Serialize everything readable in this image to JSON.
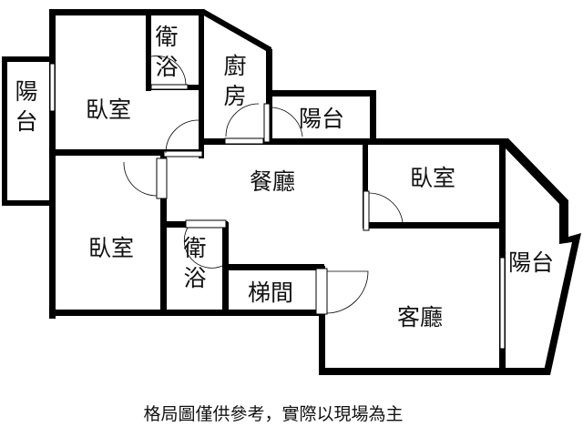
{
  "rooms": {
    "balcony_left": "陽台",
    "bedroom_top": "臥室",
    "bath_top": "衛浴",
    "kitchen": "廚房",
    "balcony_top": "陽台",
    "dining": "餐廳",
    "bedroom_right": "臥室",
    "bedroom_left": "臥室",
    "bath_mid": "衛浴",
    "stairs": "梯間",
    "living": "客廳",
    "balcony_right": "陽台"
  },
  "caption": "格局圖僅供參考，實際以現場為主",
  "colors": {
    "wall": "#000000",
    "background": "#ffffff"
  }
}
